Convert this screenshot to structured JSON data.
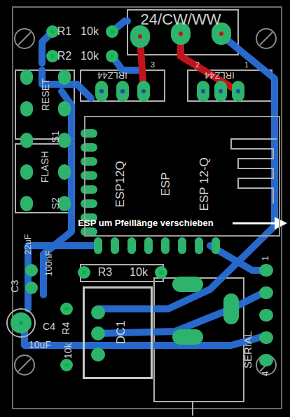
{
  "diagram": {
    "nodes": [
      {
        "text": [
          "ESP12Q",
          "ESP",
          "ESP 12-Q"
        ]
      },
      {
        "text": [
          "DC1"
        ]
      }
    ],
    "labels": [
      "24/CW/WW",
      "R1",
      "10k",
      "R2",
      "10k",
      "3",
      "2",
      "1",
      "IRLZ44",
      "IRLZ44",
      "RESET",
      "S1",
      "FLASH",
      "S2",
      "ESP um Pfeillänge verschieben",
      "R3",
      "10k",
      "C3",
      "22uF",
      "100nF",
      "C4",
      "10uF",
      "R4",
      "10k",
      "SERIAL",
      "1",
      "4"
    ]
  }
}
